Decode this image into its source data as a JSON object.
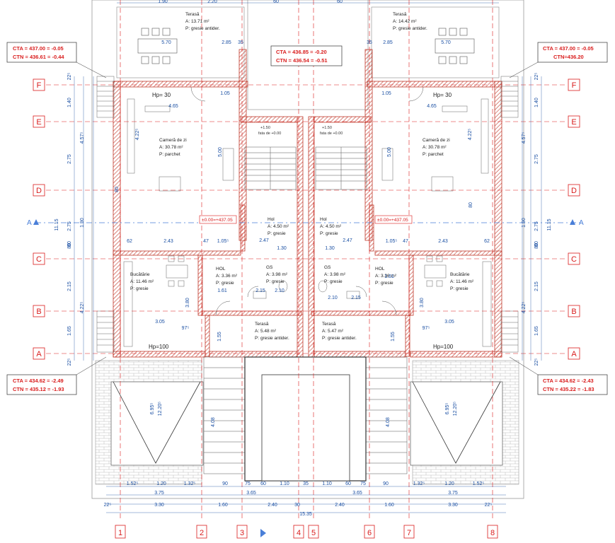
{
  "axes": {
    "rows": [
      "F",
      "E",
      "D",
      "C",
      "B",
      "A"
    ],
    "cols": [
      "1",
      "2",
      "3",
      "4",
      "5",
      "6",
      "7",
      "8"
    ],
    "section_mark": "A"
  },
  "levels": {
    "top_left": {
      "cta": "CTA = 437.00 = -0.05",
      "ctn": "CTN = 436.61 = -0.44"
    },
    "top_center": {
      "cta": "CTA = 436.85 = -0.20",
      "ctn": "CTN = 436.54 = -0.51"
    },
    "top_right": {
      "cta": "CTA = 437.00 = -0.05",
      "ctn": "CTN=436.20"
    },
    "bottom_left": {
      "cta": "CTA = 434.62 = -2.49",
      "ctn": "CTN = 435.12 = -1.93"
    },
    "bottom_right": {
      "cta": "CTA = 434.62 = -2.43",
      "ctn": "CTN = 435.22 = -1.83"
    },
    "floor_left": "±0.00=+437.05",
    "floor_right": "±0.00=+437.05"
  },
  "rooms": {
    "terasa_top_left": {
      "name": "Terasă",
      "area": "A: 13.71 m²",
      "floor": "P: gresie antider."
    },
    "terasa_top_right": {
      "name": "Terasă",
      "area": "A: 14.42 m²",
      "floor": "P: gresie antider."
    },
    "camera_left": {
      "name": "Cameră de zi",
      "area": "A: 30.78 m²",
      "floor": "P: parchet"
    },
    "camera_right": {
      "name": "Cameră de zi",
      "area": "A: 30.78 m²",
      "floor": "P: parchet"
    },
    "hol_left": {
      "name": "Hol",
      "area": "A: 4.50 m²",
      "floor": "P: gresie"
    },
    "hol_right": {
      "name": "Hol",
      "area": "A: 4.50 m²",
      "floor": "P: gresie"
    },
    "bucatarie_left": {
      "name": "Bucătărie",
      "area": "A: 11.46 m²",
      "floor": "P: gresie"
    },
    "bucatarie_right": {
      "name": "Bucătărie",
      "area": "A: 11.46 m²",
      "floor": "P: gresie"
    },
    "hol2_left": {
      "name": "HOL",
      "area": "A: 3.36 m²",
      "floor": "P: gresie"
    },
    "hol2_right": {
      "name": "HOL",
      "area": "A: 3.36 m²",
      "floor": "P: gresie"
    },
    "gs_left": {
      "name": "GS",
      "area": "A: 3.98 m²",
      "floor": "P: gresie"
    },
    "gs_right": {
      "name": "GS",
      "area": "A: 3.98 m²",
      "floor": "P: gresie"
    },
    "terasa_bottom_left": {
      "name": "Terasă",
      "area": "A: 5.48 m²",
      "floor": "P: gresie antider."
    },
    "terasa_bottom_right": {
      "name": "Terasă",
      "area": "A: 5.47 m²",
      "floor": "P: gresie antider."
    }
  },
  "notes": {
    "hp_top_left": "Hp=  30",
    "hp_top_right": "Hp=  30",
    "hp_bottom_left": "Hp=100",
    "hp_bottom_right": "Hp=100",
    "stair_left_top": "+1.50",
    "stair_left_sub": "fata de +0.00",
    "stair_right_top": "+1.50",
    "stair_right_sub": "fata de +0.00"
  },
  "dims": {
    "top": [
      "1.90",
      "60",
      "60",
      "2.20",
      "5.70",
      "5.70",
      "35",
      "35",
      "4.65",
      "4.65",
      "1.05",
      "1.05",
      "2.85",
      "2.85"
    ],
    "left_vertical": [
      "22⁵",
      "1.40",
      "4.57⁵",
      "2.75",
      "11.15",
      "2.75",
      "80",
      "1.90",
      "80",
      "2.15",
      "4.22⁵",
      "1.65",
      "22⁵"
    ],
    "right_vertical": [
      "22⁵",
      "1.40",
      "4.57⁵",
      "2.75",
      "11.15",
      "2.75",
      "80",
      "1.90",
      "80",
      "2.15",
      "4.22⁵",
      "1.65",
      "22⁵"
    ],
    "bottom_row1": [
      "1.52⁵",
      "1.20",
      "1.32⁵",
      "90",
      "75",
      "60",
      "1.10",
      "35",
      "1.10",
      "60",
      "75",
      "90",
      "1.32⁵",
      "1.20",
      "1.52⁵"
    ],
    "bottom_row2": [
      "3.75",
      "3.65",
      "3.65",
      "3.75"
    ],
    "bottom_row3": [
      "22⁵",
      "3.30",
      "1.60",
      "2.40",
      "30",
      "2.40",
      "1.60",
      "3.30",
      "22⁵"
    ],
    "total": "15.35",
    "interior": [
      "2.43",
      "2.43",
      "3.05",
      "3.05",
      "5.00",
      "5.00",
      "4.22⁵",
      "4.22⁵",
      "3.80",
      "3.80",
      "1.55",
      "1.55",
      "4.08",
      "4.08",
      "6.95⁵",
      "12.20⁵",
      "6.95⁵",
      "12.20⁵",
      "97⁵",
      "97⁵",
      "1.30",
      "1.30",
      "2.47",
      "2.47",
      "1.61",
      "1.61",
      "2.10",
      "2.10",
      "2.15",
      "2.15",
      "1.05⁵",
      "1.05⁵",
      "62",
      "62",
      "47",
      "47",
      "80",
      "80"
    ]
  }
}
